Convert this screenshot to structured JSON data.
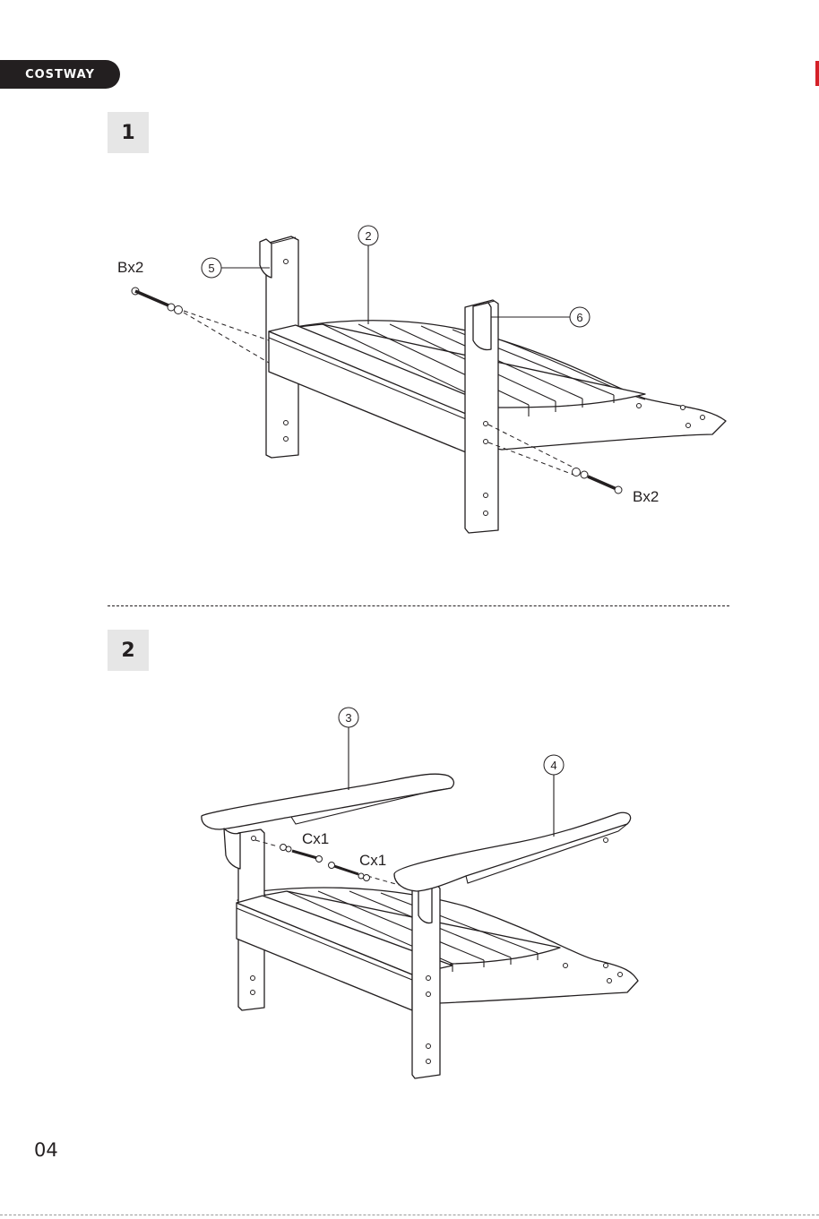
{
  "brand": {
    "name": "COSTWAY",
    "color": "#231f20"
  },
  "steps": [
    {
      "number": "1",
      "callouts": [
        "5",
        "2",
        "6"
      ],
      "hardware": [
        "Bx2",
        "Bx2"
      ]
    },
    {
      "number": "2",
      "callouts": [
        "3",
        "4"
      ],
      "hardware": [
        "Cx1",
        "Cx1"
      ]
    }
  ],
  "page_number": "04"
}
